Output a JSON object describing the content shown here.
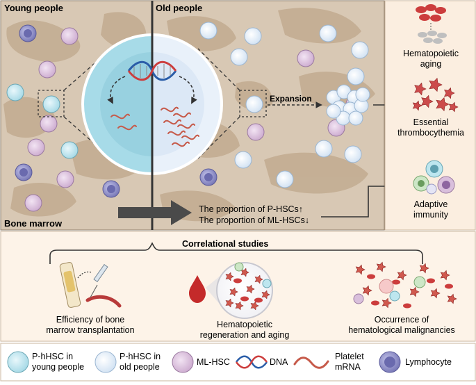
{
  "panels": {
    "young_title": "Young people",
    "old_title": "Old people",
    "bone_marrow_label": "Bone marrow"
  },
  "expansion_label": "Expansion",
  "proportions": {
    "line1": "The proportion of P-HSCs↑",
    "line2": "The proportion of ML-HSCs↓"
  },
  "outcomes": {
    "aging_line1": "Hematopoietic",
    "aging_line2": "aging",
    "throm_line1": "Essential",
    "throm_line2": "thrombocythemia",
    "immunity_line1": "Adaptive",
    "immunity_line2": "immunity"
  },
  "correlational": {
    "title": "Correlational studies",
    "items": [
      {
        "line1": "Efficiency of bone",
        "line2": "marrow transplantation"
      },
      {
        "line1": "Hematopoietic",
        "line2": "regeneration and aging"
      },
      {
        "line1": "Occurrence of",
        "line2": "hematological malignancies"
      }
    ]
  },
  "legend": {
    "phsc_young_1": "P-hHSC in",
    "phsc_young_2": "young people",
    "phsc_old_1": "P-hHSC in",
    "phsc_old_2": "old people",
    "mlhsc": "ML-HSC",
    "dna": "DNA",
    "platelet_1": "Platelet",
    "platelet_2": "mRNA",
    "lymphocyte": "Lymphocyte"
  },
  "colors": {
    "panel_bg": "#d8c8b4",
    "bm_patch": "#c2ab90",
    "right_panel_bg": "#fbeee0",
    "lower_bg": "#fdf3e8",
    "phsc_young": "#bde6ef",
    "phsc_old": "#e4eef8",
    "mlhsc": "#d9bfdc",
    "lymphocyte": "#8f8fc4",
    "mrna": "#c65a4a",
    "dna_blue": "#2a5da8",
    "dna_red": "#cc3d3d",
    "platelet": "#cc4b4b",
    "divider": "#333333"
  },
  "icons": [
    "dna-icon",
    "platelet-mrna-icon",
    "red-blood-cell-icon",
    "platelet-icon",
    "immune-cells-icon",
    "syringe-icon",
    "blood-drop-icon",
    "magnifier-icon"
  ]
}
